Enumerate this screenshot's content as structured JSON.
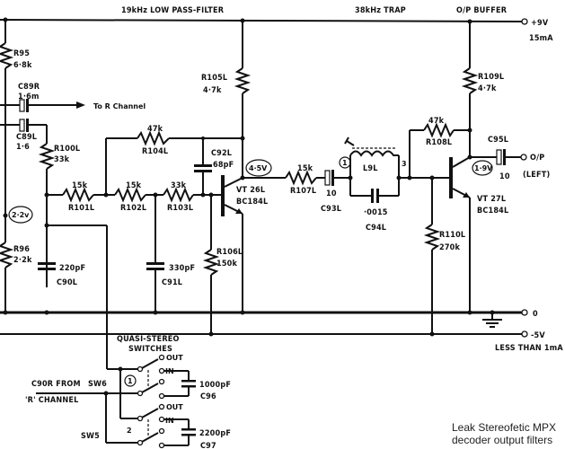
{
  "caption": {
    "line1": "Leak Stereofetic MPX",
    "line2": "decoder output filters"
  },
  "sections": {
    "lowpass": "19kHz   LOW  PASS-FILTER",
    "trap": "38kHz  TRAP",
    "buffer": "O/P  BUFFER"
  },
  "supply": {
    "pos_voltage": "+9V",
    "pos_current": "15mA",
    "ground": "0",
    "neg_voltage": "-5V",
    "neg_current": "LESS THAN 1mA"
  },
  "components": {
    "r95": {
      "ref": "R95",
      "value": "6·8k"
    },
    "c89r": {
      "ref": "C89R",
      "value": "1·6m"
    },
    "c89l": {
      "ref": "C89L",
      "value": "1·6"
    },
    "r100l": {
      "ref": "R100L",
      "value": "33k"
    },
    "r96": {
      "ref": "R96",
      "value": "2·2k"
    },
    "r101l": {
      "ref": "R101L",
      "value": "15k"
    },
    "r102l": {
      "ref": "R102L",
      "value": "15k"
    },
    "r103l": {
      "ref": "R103L",
      "value": "33k"
    },
    "r104l": {
      "ref": "R104L",
      "value": "47k"
    },
    "r105l": {
      "ref": "R105L",
      "value": "4·7k"
    },
    "r106l": {
      "ref": "R106L",
      "value": "150k"
    },
    "c90l": {
      "ref": "C90L",
      "value": "220pF"
    },
    "c91l": {
      "ref": "C91L",
      "value": "330pF"
    },
    "c92l": {
      "ref": "C92L",
      "value": "68pF"
    },
    "vt26l": {
      "ref": "VT 26L",
      "value": "BC184L"
    },
    "r107l": {
      "ref": "R107L",
      "value": "15k"
    },
    "c93l": {
      "ref": "C93L",
      "value": "10"
    },
    "l9l": {
      "ref": "L9L",
      "value": ""
    },
    "c94l": {
      "ref": "C94L",
      "value": "·0015"
    },
    "r108l": {
      "ref": "R108L",
      "value": "47k"
    },
    "r109l": {
      "ref": "R109L",
      "value": "4·7k"
    },
    "r110l": {
      "ref": "R110L",
      "value": "270k"
    },
    "vt27l": {
      "ref": "VT 27L",
      "value": "BC184L"
    },
    "c95l": {
      "ref": "C95L",
      "value": "10"
    },
    "c96": {
      "ref": "C96",
      "value": "1000pF"
    },
    "c97": {
      "ref": "C97",
      "value": "2200pF"
    },
    "sw5": {
      "ref": "SW5"
    },
    "sw6": {
      "ref": "SW6"
    }
  },
  "voltages": {
    "base_bias": "2·2v",
    "vt26_emitter": "4·5V",
    "vt27_emitter": "1·9V"
  },
  "coil_pins": {
    "pin1": "1",
    "pin3": "3"
  },
  "signals": {
    "to_r_channel": "To R Channel",
    "output": "O/P",
    "output_side": "(LEFT)",
    "c90r_from": "C90R FROM",
    "r_channel": "'R' CHANNEL"
  },
  "switches": {
    "title_line1": "QUASI-STEREO",
    "title_line2": "SWITCHES",
    "sw1_num": "1",
    "sw2_num": "2",
    "out": "OUT",
    "in": "IN"
  }
}
